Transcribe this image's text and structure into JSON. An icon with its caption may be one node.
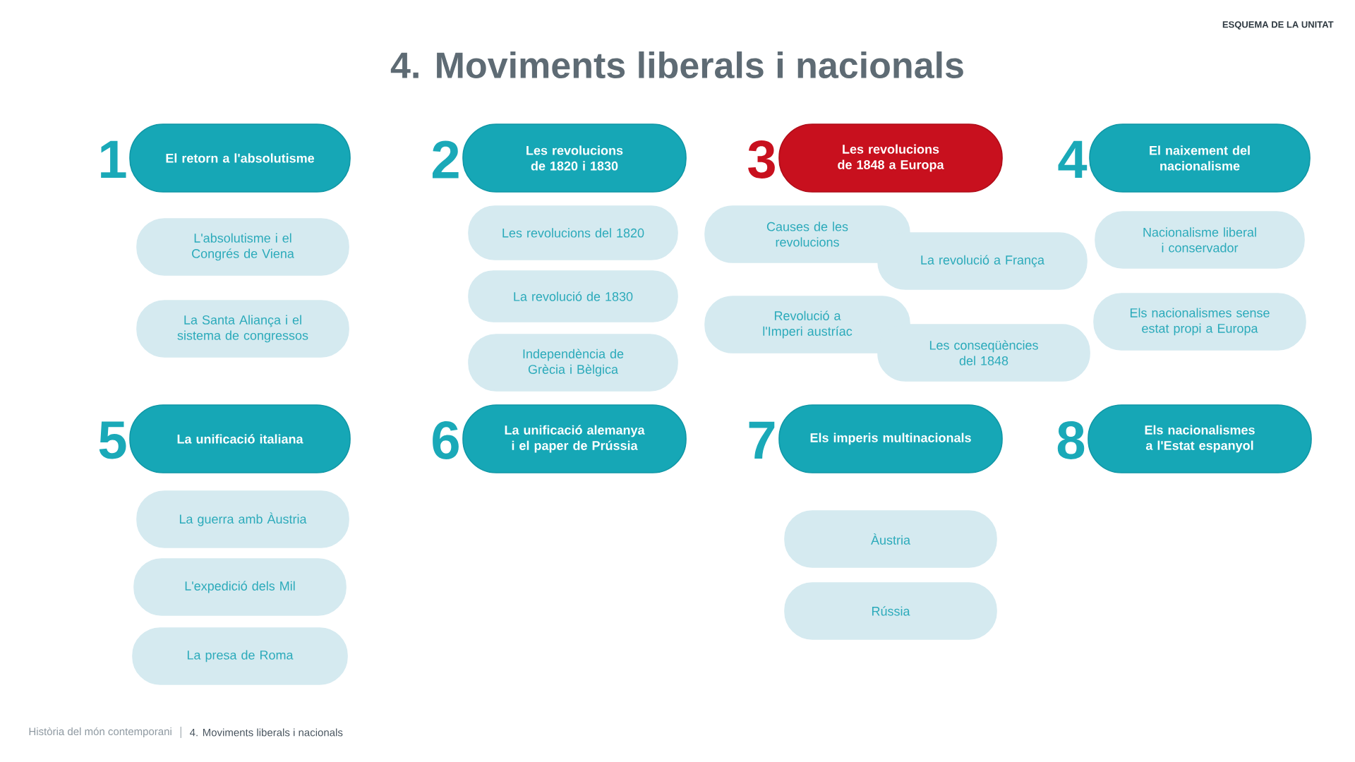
{
  "diagram": {
    "title": "4. Moviments liberals i nacionals",
    "nodes": [
      {
        "text": [
          "El retorn a l'absolutisme"
        ],
        "beside": [
          "1"
        ]
      },
      {
        "text": [
          "L'absolutisme i el Congrés de Viena"
        ]
      },
      {
        "text": [
          "La Santa Aliança i el sistema de congressos"
        ]
      },
      {
        "text": [
          "Les revolucions de 1820 i 1830"
        ],
        "beside": [
          "2"
        ]
      },
      {
        "text": [
          "Les revolucions del 1820"
        ]
      },
      {
        "text": [
          "La revolució de 1830"
        ]
      },
      {
        "text": [
          "Independència de Grècia i Bèlgica"
        ]
      },
      {
        "text": [
          "Les revolucions de 1848 a Europa"
        ],
        "beside": [
          "3"
        ]
      },
      {
        "text": [
          "Causes de les revolucions"
        ]
      },
      {
        "text": [
          "La revolució a França"
        ]
      },
      {
        "text": [
          "Revolució a l'Imperi austríac"
        ]
      },
      {
        "text": [
          "Les conseqüències del 1848"
        ]
      },
      {
        "text": [
          "El naixement del nacionalisme"
        ],
        "beside": [
          "4"
        ]
      },
      {
        "text": [
          "Nacionalisme liberal i conservador"
        ]
      },
      {
        "text": [
          "Els nacionalismes sense estat propi a Europa"
        ]
      },
      {
        "text": [
          "La unificació italiana"
        ],
        "beside": [
          "5"
        ]
      },
      {
        "text": [
          "La guerra amb Àustria"
        ]
      },
      {
        "text": [
          "L'expedició dels Mil"
        ]
      },
      {
        "text": [
          "La presa de Roma"
        ]
      },
      {
        "text": [
          "La unificació alemanya i el paper de Prússia"
        ],
        "beside": [
          "6"
        ]
      },
      {
        "text": [
          "Els imperis multinacionals"
        ],
        "beside": [
          "7"
        ]
      },
      {
        "text": [
          "Àustria"
        ]
      },
      {
        "text": [
          "Rússia"
        ]
      },
      {
        "text": [
          "Els nacionalismes a l'Estat espanyol"
        ],
        "beside": [
          "8"
        ]
      }
    ],
    "labels": [
      "ESQUEMA DE LA UNITAT",
      "Història del món contemporani",
      "4. Moviments liberals i nacionals"
    ]
  }
}
